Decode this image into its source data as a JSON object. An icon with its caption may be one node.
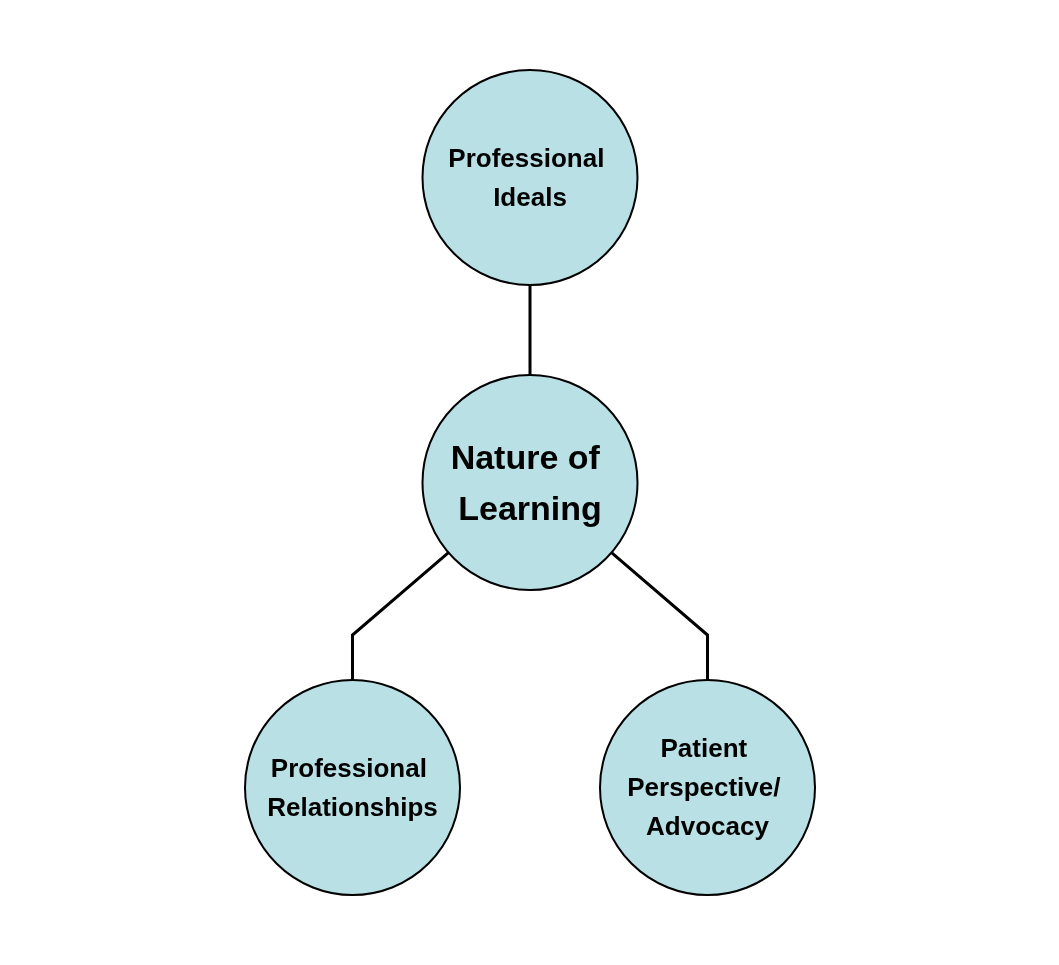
{
  "diagram": {
    "nodes": [
      {
        "text": [
          "Professional Ideals"
        ]
      },
      {
        "text": [
          "Nature of Learning"
        ]
      },
      {
        "text": [
          "Professional Relationships"
        ]
      },
      {
        "text": [
          "Patient Perspective/ Advocacy"
        ]
      }
    ],
    "edges": [
      {
        "from": 0,
        "to": 1,
        "arrow": "none"
      },
      {
        "from": 1,
        "to": 2,
        "arrow": "none"
      },
      {
        "from": 1,
        "to": 3,
        "arrow": "none"
      }
    ]
  }
}
